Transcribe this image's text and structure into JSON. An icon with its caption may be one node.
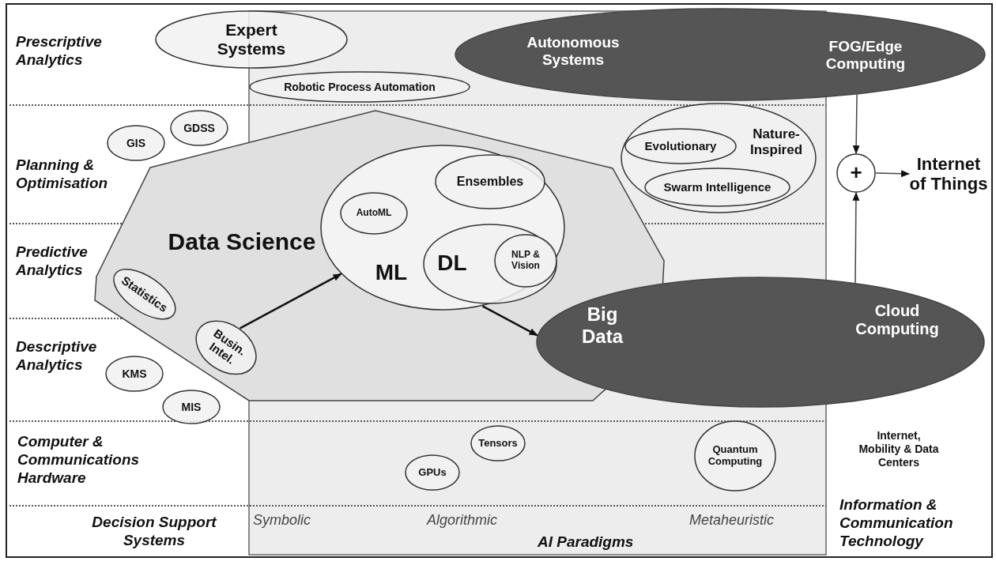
{
  "diagram": {
    "nodes": [
      {
        "text": [
          "Data Science"
        ]
      },
      {
        "text": [
          "ML"
        ],
        "in": 0
      },
      {
        "text": [
          "AutoML"
        ],
        "in": 1
      },
      {
        "text": [
          "Ensembles"
        ],
        "in": 1
      },
      {
        "text": [
          "DL"
        ],
        "in": 1
      },
      {
        "text": [
          "NLP & Vision"
        ],
        "in": 4
      },
      {
        "text": [
          "Statistics"
        ],
        "in": 0
      },
      {
        "text": [
          "Busin. Intel."
        ],
        "in": 0
      },
      {
        "text": [
          "Expert Systems"
        ]
      },
      {
        "text": [
          "Robotic Process Automation"
        ]
      },
      {
        "text": [
          "Autonomous Systems",
          "FOG/Edge Computing"
        ]
      },
      {
        "text": [
          "Nature-Inspired"
        ]
      },
      {
        "text": [
          "Evolutionary"
        ],
        "in": 11
      },
      {
        "text": [
          "Swarm Intelligence"
        ],
        "in": 11
      },
      {
        "text": [
          "Big Data",
          "Cloud Computing"
        ]
      },
      {
        "text": [
          "+"
        ]
      },
      {
        "text": [
          "Internet of Things"
        ]
      },
      {
        "text": [
          "GIS"
        ]
      },
      {
        "text": [
          "GDSS"
        ]
      },
      {
        "text": [
          "KMS"
        ]
      },
      {
        "text": [
          "MIS"
        ]
      },
      {
        "text": [
          "Tensors"
        ]
      },
      {
        "text": [
          "GPUs"
        ]
      },
      {
        "text": [
          "Quantum Computing"
        ]
      }
    ],
    "edges": [
      {
        "from": 7,
        "to": 1,
        "arrow": "to"
      },
      {
        "from": 1,
        "to": 14,
        "arrow": "to"
      },
      {
        "from": 10,
        "to": 15,
        "arrow": "to"
      },
      {
        "from": 14,
        "to": 15,
        "arrow": "to"
      },
      {
        "from": 15,
        "to": 16,
        "arrow": "to"
      }
    ],
    "labels": [
      "Prescriptive Analytics",
      "Planning & Optimisation",
      "Predictive Analytics",
      "Descriptive Analytics",
      "Computer & Communications Hardware",
      "Decision Support Systems",
      "Symbolic",
      "Algorithmic",
      "Metaheuristic",
      "AI Paradigms",
      "Internet, Mobility & Data Centers",
      "Information & Communication Technology"
    ]
  }
}
